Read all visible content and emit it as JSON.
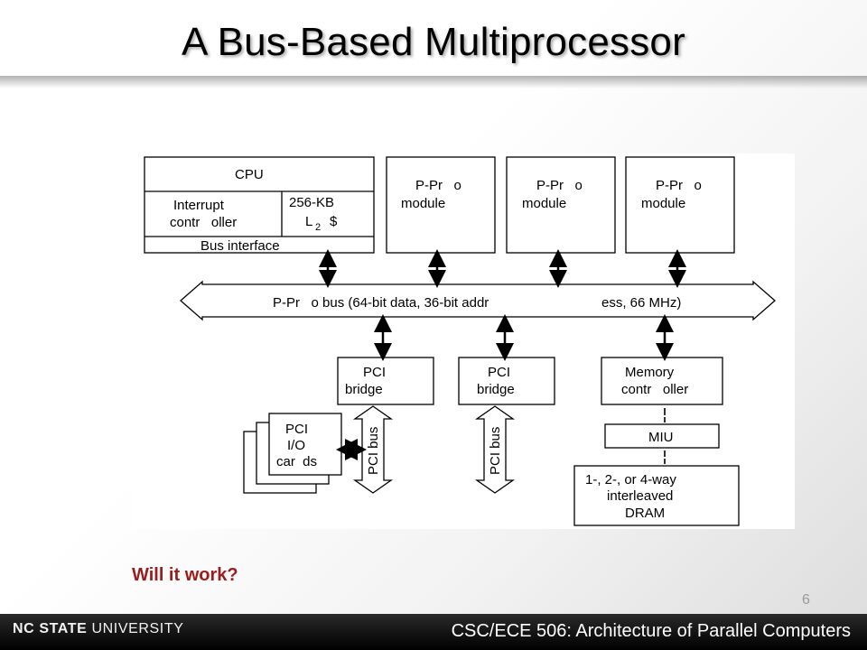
{
  "slide": {
    "title": "A Bus-Based Multiprocessor",
    "question": "Will it work?",
    "page_number": "6"
  },
  "footer": {
    "university_bold": "NC STATE",
    "university_rest": " UNIVERSITY",
    "course": "CSC/ECE 506: Architecture of Parallel Computers"
  },
  "diagram": {
    "cpu_module": {
      "cpu": "CPU",
      "interrupt_line1": "Interrupt",
      "interrupt_line2": "contr   oller",
      "cache_line1": "256-KB",
      "cache_L": "L",
      "cache_sub": "2",
      "cache_sym": "$",
      "bus_interface": "Bus interface"
    },
    "pp_modules": [
      {
        "line1": "P-Pr   o",
        "line2": "module"
      },
      {
        "line1": "P-Pr   o",
        "line2": "module"
      },
      {
        "line1": "P-Pr   o",
        "line2": "module"
      }
    ],
    "system_bus": {
      "label_left": "P-Pr   o bus (64-bit data, 36-bit addr",
      "label_right": "ess, 66 MHz)"
    },
    "pci_bridges": [
      {
        "line1": "PCI",
        "line2": "bridge"
      },
      {
        "line1": "PCI",
        "line2": "bridge"
      }
    ],
    "pci_bus_labels": [
      "PCI bus",
      "PCI bus"
    ],
    "memory_controller": {
      "line1": "Memory",
      "line2": "contr   oller"
    },
    "miu": "MIU",
    "dram": {
      "line1": "1-, 2-, or 4-way",
      "line2": "interleaved",
      "line3": "DRAM"
    },
    "io_cards": {
      "line1": "PCI",
      "line2": "I/O",
      "line3": "car  ds"
    }
  }
}
